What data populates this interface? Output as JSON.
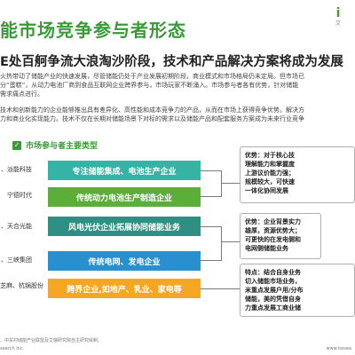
{
  "header": {
    "title": "能市场竞争参与者形态",
    "logo_text": "i",
    "logo_sub": "艾",
    "subtitle": "E处百舸争流大浪淘沙阶段，技术和产品解决方案将成为发展"
  },
  "intro": {
    "lines": [
      "火热带动了储能产业的快速发展，尽管储能仍处于产业发展初期阶段，商业模式和市场格局仍未定局。但市场已",
      "分“蛋糕”，从动力电池厂商到食品互联网企业跨界参与，市场玩家不断涌入。市场参与者各有优势，针对储能",
      "需求痛点进行。",
      "技术和创新能力的企业能够推出具有差异化、高性能和成本竞争力的产品，从而在市场上获得竞争优势。解决方",
      "力和商业化实现能力。技术不仅在长期对储能场景下对标的需求以及储能产品和配套服务方案成为未来行业竞争"
    ]
  },
  "section": {
    "title": "市场参与者主要类型"
  },
  "players": [
    "、派能科技",
    "宁德时代",
    "、天合光能",
    "、三峡集团",
    "芝麻、杭锅股份"
  ],
  "segments": [
    {
      "label": "专注储能集成、电池生产企业",
      "color": "#35b3a5"
    },
    {
      "label": "传统动力电池生产制造企业",
      "color": "#5cae3a"
    },
    {
      "label": "风电光伏企业拓展协同储能业务",
      "color": "#2f8f83"
    },
    {
      "label": "传统电网、发电企业",
      "color": "#2a8fcf"
    },
    {
      "label": "跨界企业,如地产、乳业、家电等",
      "color": "#f5a623"
    }
  ],
  "notes": [
    {
      "lines": [
        "优势：对于核心技",
        "理解能力和掌握度",
        "上游议价能力强；",
        "规模较大，可快速",
        "一体化协同发展"
      ]
    },
    {
      "lines": [
        "优势：企业背景实力",
        "雄厚，资源优势大；",
        "可更快的在发电侧和",
        "电网侧储能业务"
      ]
    },
    {
      "lines": [
        "特点：结合自身业务",
        "切入储能市场业务，",
        "米重点发展户用/分布",
        "储能，美的凭借自身",
        "力重点发展工商业储"
      ]
    }
  ],
  "footer": {
    "source": "、中关村储能产业联盟及艾瑞研究院自主研究绘制。",
    "org": "search Inc.",
    "site": "www.iresea"
  }
}
